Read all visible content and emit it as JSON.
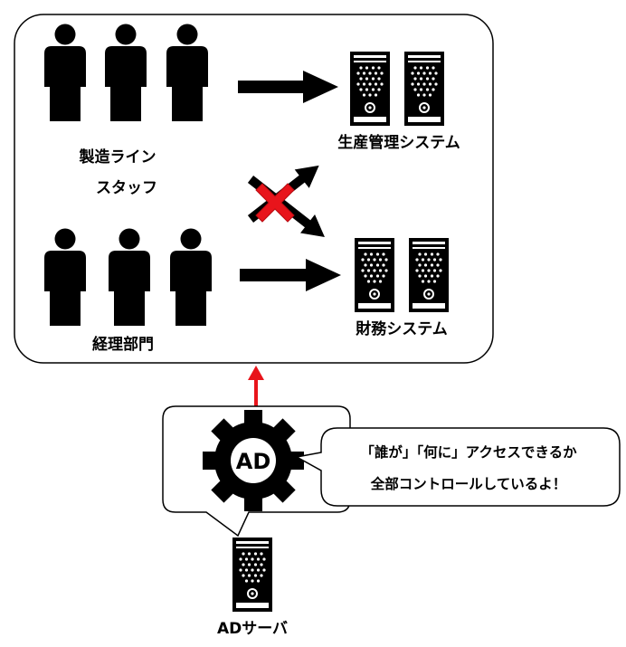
{
  "groups": {
    "production": {
      "label_line1": "製造ライン",
      "label_line2": "スタッフ"
    },
    "accounting": {
      "label": "経理部門"
    }
  },
  "systems": {
    "production_system": {
      "label": "生産管理システム"
    },
    "finance_system": {
      "label": "財務システム"
    }
  },
  "ad_server": {
    "gear_label": "AD",
    "server_label": "ADサーバ",
    "speech_line1": "「誰が」「何に」アクセスできるか",
    "speech_line2": "全部コントロールしているよ！"
  },
  "colors": {
    "line": "#000000",
    "deny_mark": "#e8141b",
    "up_arrow": "#e8141b",
    "background": "#ffffff"
  },
  "icons": [
    "person-icon",
    "server-icon",
    "gear-icon",
    "arrow-icon",
    "deny-x-icon"
  ]
}
